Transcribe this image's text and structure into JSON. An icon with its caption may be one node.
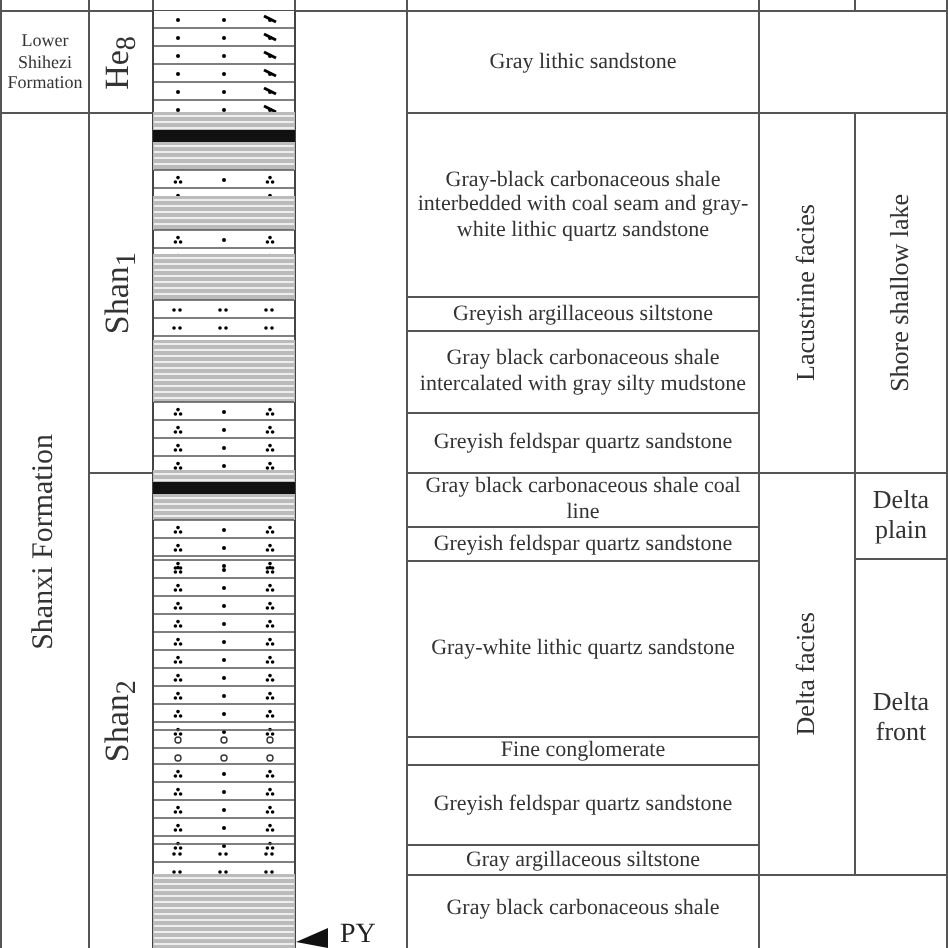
{
  "diagram": {
    "nodes": [
      {
        "text": [
          "Lower Shihezi Formation"
        ]
      },
      {
        "text": [
          "Shanxi Formation"
        ]
      },
      {
        "text": [
          "He$_{8}$"
        ]
      },
      {
        "text": [
          "Shan$_{1}$"
        ]
      },
      {
        "text": [
          "Shan$_{2}$"
        ]
      },
      {
        "text": [
          "Gray lithic sandstone"
        ]
      },
      {
        "text": [
          "Gray-black carbonaceous shale interbedded with coal seam and gray-white lithic quartz sandstone"
        ]
      },
      {
        "text": [
          "Greyish argillaceous siltstone"
        ]
      },
      {
        "text": [
          "Gray black carbonaceous shale intercalated with gray silty mudstone"
        ]
      },
      {
        "text": [
          "Greyish feldspar quartz sandstone"
        ]
      },
      {
        "text": [
          "Gray black carbonaceous shale coal line"
        ]
      },
      {
        "text": [
          "Greyish feldspar quartz sandstone"
        ]
      },
      {
        "text": [
          "Gray-white lithic quartz sandstone"
        ]
      },
      {
        "text": [
          "Fine conglomerate"
        ]
      },
      {
        "text": [
          "Greyish feldspar quartz sandstone"
        ]
      },
      {
        "text": [
          "Gray argillaceous siltstone"
        ]
      },
      {
        "text": [
          "Gray black carbonaceous shale"
        ]
      },
      {
        "text": [
          "Lacustrine facies"
        ]
      },
      {
        "text": [
          "Delta facies"
        ]
      },
      {
        "text": [
          "Shore shallow lake"
        ]
      },
      {
        "text": [
          "Delta plain"
        ]
      },
      {
        "text": [
          "Delta front"
        ]
      }
    ],
    "labels": [
      "PY"
    ]
  }
}
